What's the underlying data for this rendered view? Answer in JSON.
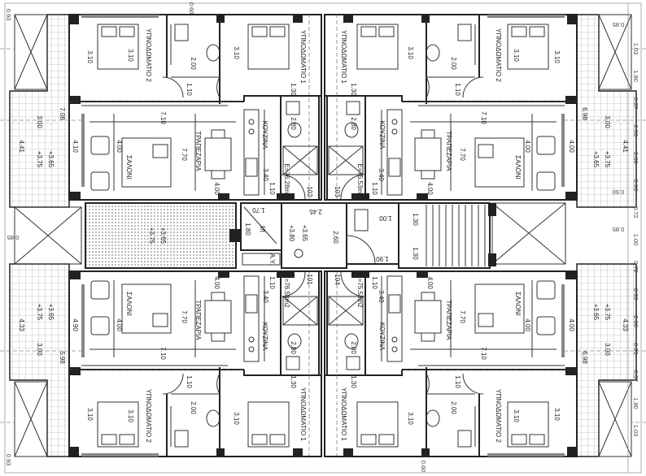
{
  "rooms": {
    "bedroom_2": "ΥΠΝΟΔΩΜΑΤΙΟ 2",
    "bedroom_1": "ΥΠΝΟΔΩΜΑΤΙΟ 1",
    "living": "ΣΑΛΟΝΙ",
    "dining": "ΤΡΑΠΕΖΑΡΙΑ",
    "kitchen": "ΚΟΥΖΙΝΑ"
  },
  "apartments": [
    {
      "unit": "102",
      "area": "E=76.28m2"
    },
    {
      "unit": "103",
      "area": "E=75.53m2"
    },
    {
      "unit": "101",
      "area": "E=76.53m2"
    },
    {
      "unit": "104",
      "area": "E=75.53m2"
    }
  ],
  "apartment_dimensions": [
    "3.10",
    "3.10",
    "3.10",
    "2.00",
    "1.10",
    "7.10",
    "4.00",
    "7.70",
    "3.40",
    "2.80",
    "1.30",
    "1.10",
    "4.00"
  ],
  "balconies": [
    {
      "level": "+3.75",
      "level2": "+3.65",
      "dims": [
        "4.41",
        "4.10",
        "7.08",
        "3.00"
      ]
    },
    {
      "level": "+3.75",
      "level2": "+3.65",
      "dims": [
        "4.41",
        "4.00",
        "6.98",
        "3.00"
      ]
    },
    {
      "level": "+3.75",
      "level2": "+3.65",
      "dims": [
        "4.33",
        "4.90",
        "5.98",
        "3.00"
      ]
    },
    {
      "level": "+3.75",
      "level2": "+3.65",
      "dims": [
        "4.33",
        "4.00",
        "6.98",
        "3.00"
      ]
    }
  ],
  "core": {
    "lift_label": "lift",
    "lift_width": "1.70",
    "lift_depth": "1.80",
    "duct_label": "A.Y.",
    "hall_width": "2.45",
    "hall_depth": "2.60",
    "hall_level": "+3.80",
    "hall_level2": "+3.65",
    "lift_platform": "1.00",
    "landing": "1.90",
    "stair_1": "1.30",
    "stair_2": "1.30",
    "shaft_level": "+3.75",
    "shaft_level2": "+3.65"
  },
  "margin": {
    "top": [
      "0.93",
      "0.60"
    ],
    "bottom": [
      "0.93",
      "0.60"
    ],
    "left": [
      "0.85"
    ],
    "inner_right": [
      "0.85",
      "0.60",
      "0.85"
    ],
    "right": [
      "1.03",
      "1.80",
      "0.37",
      "0.93",
      "2.80",
      "0.93",
      "0.72",
      "1.00",
      "0.72",
      "0.93",
      "2.80",
      "0.93",
      "0.37",
      "1.80",
      "1.03"
    ]
  }
}
